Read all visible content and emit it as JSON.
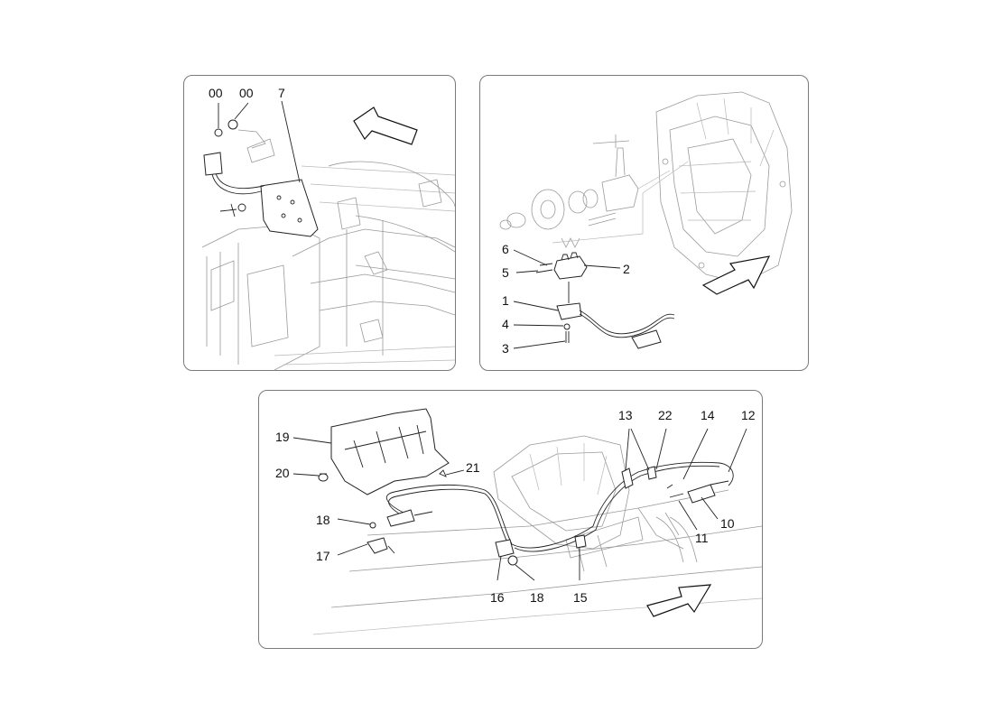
{
  "panels": [
    {
      "id": "panel-a",
      "callouts": [
        {
          "text": "00"
        },
        {
          "text": "00"
        },
        {
          "text": "7"
        }
      ]
    },
    {
      "id": "panel-b",
      "callouts": [
        {
          "text": "6"
        },
        {
          "text": "5"
        },
        {
          "text": "2"
        },
        {
          "text": "1"
        },
        {
          "text": "4"
        },
        {
          "text": "3"
        }
      ]
    },
    {
      "id": "panel-c",
      "callouts": [
        {
          "text": "19"
        },
        {
          "text": "20"
        },
        {
          "text": "21"
        },
        {
          "text": "18"
        },
        {
          "text": "17"
        },
        {
          "text": "13"
        },
        {
          "text": "22"
        },
        {
          "text": "14"
        },
        {
          "text": "12"
        },
        {
          "text": "10"
        },
        {
          "text": "11"
        },
        {
          "text": "16"
        },
        {
          "text": "18"
        },
        {
          "text": "15"
        }
      ]
    }
  ],
  "colors": {
    "line": "#222222",
    "ghost": "#9a9a9a",
    "border": "#7a7a7a"
  },
  "icons": [
    "direction-arrow-icon"
  ]
}
